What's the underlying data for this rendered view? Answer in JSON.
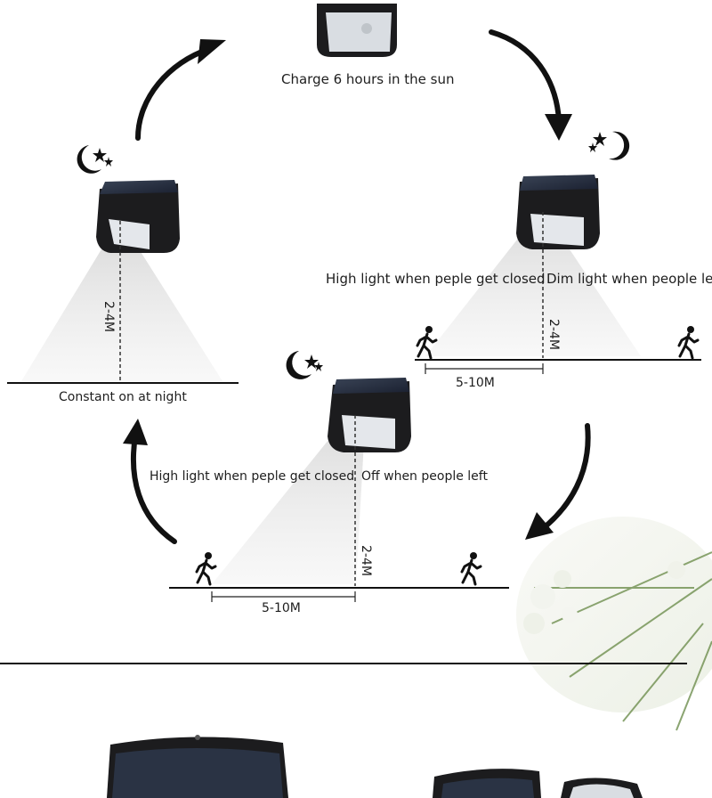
{
  "labels": {
    "charge": "Charge 6 hours in the sun",
    "constant": "Constant on at night",
    "mode2_high": "High light when peple get closed",
    "mode2_dim": "Dim light when people left",
    "mode3_high": "High light when peple get closed",
    "mode3_off": "Off when people left",
    "height_left": "2-4M",
    "height_right": "2-4M",
    "height_bottom": "2-4M",
    "distance_right": "5-10M",
    "distance_bottom": "5-10M"
  },
  "colors": {
    "lamp_body": "#1c1c1e",
    "panel": "#2b3340",
    "led": "#e9ecf0",
    "arrow": "#111111",
    "beam": "#e6e6e6"
  }
}
